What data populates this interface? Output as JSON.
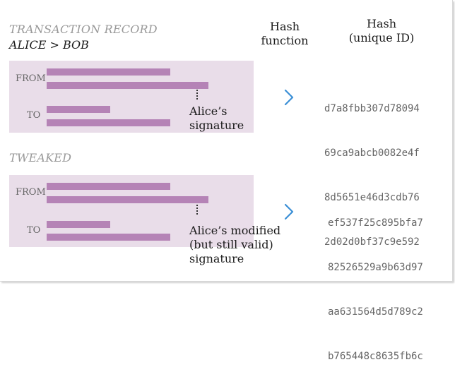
{
  "headers": {
    "hash_function": [
      "Hash",
      "function"
    ],
    "hash_id": [
      "Hash",
      "(unique ID)"
    ]
  },
  "original": {
    "title": "TRANSACTION RECORD",
    "subtitle": "ALICE > BOB",
    "from_label": "FROM",
    "to_label": "TO",
    "signature_lines": [
      "Alice’s",
      "signature"
    ],
    "hash_lines": [
      "d7a8fbb307d78094",
      "69ca9abcb0082e4f",
      "8d5651e46d3cdb76",
      "2d02d0bf37c9e592"
    ]
  },
  "tweaked": {
    "title": "TWEAKED",
    "from_label": "FROM",
    "to_label": "TO",
    "signature_lines": [
      "Alice’s modified",
      "(but still valid)",
      "signature"
    ],
    "hash_lines": [
      "ef537f25c895bfa7",
      "82526529a9b63d97",
      "aa631564d5d789c2",
      "b765448c8635fb6c"
    ]
  },
  "colors": {
    "panel": "#e9dde9",
    "bar": "#b583b6",
    "arrow": "#3a8fd6",
    "title_grey": "#999999"
  }
}
